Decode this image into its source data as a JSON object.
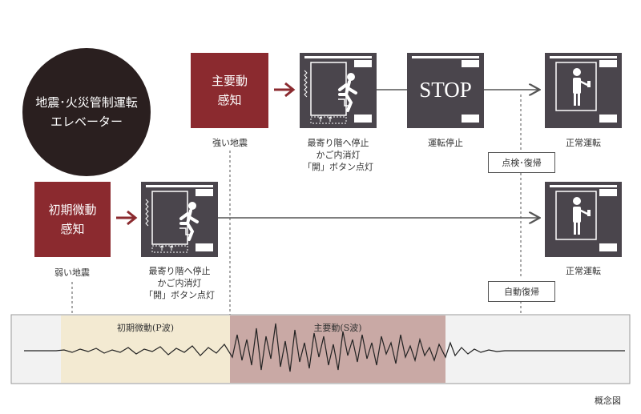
{
  "title": {
    "line1": "地震･火災管制運転",
    "line2": "エレベーター"
  },
  "main_detect": {
    "line1": "主要動",
    "line2": "感知"
  },
  "initial_detect": {
    "line1": "初期微動",
    "line2": "感知"
  },
  "captions": {
    "strong_quake": "強い地震",
    "weak_quake": "弱い地震",
    "stop_action_1": "最寄り階へ停止",
    "stop_action_2": "かご内消灯",
    "stop_action_3": "「開」ボタン点灯",
    "operation_stop": "運転停止",
    "normal_op_top": "正常運転",
    "normal_op_bottom": "正常運転"
  },
  "stop_sign": "STOP",
  "tags": {
    "inspection": "点検･復帰",
    "auto_recovery": "自動復帰"
  },
  "seismograph": {
    "p_wave_label": "初期微動(P波)",
    "s_wave_label": "主要動(S波)"
  },
  "footnote": "概念図",
  "colors": {
    "dark_box": "#4a454c",
    "red_box": "#8b2a2f",
    "circle": "#2a1f1f",
    "p_wave_bg": "#f3ead2",
    "s_wave_bg": "#c9a9a5"
  }
}
